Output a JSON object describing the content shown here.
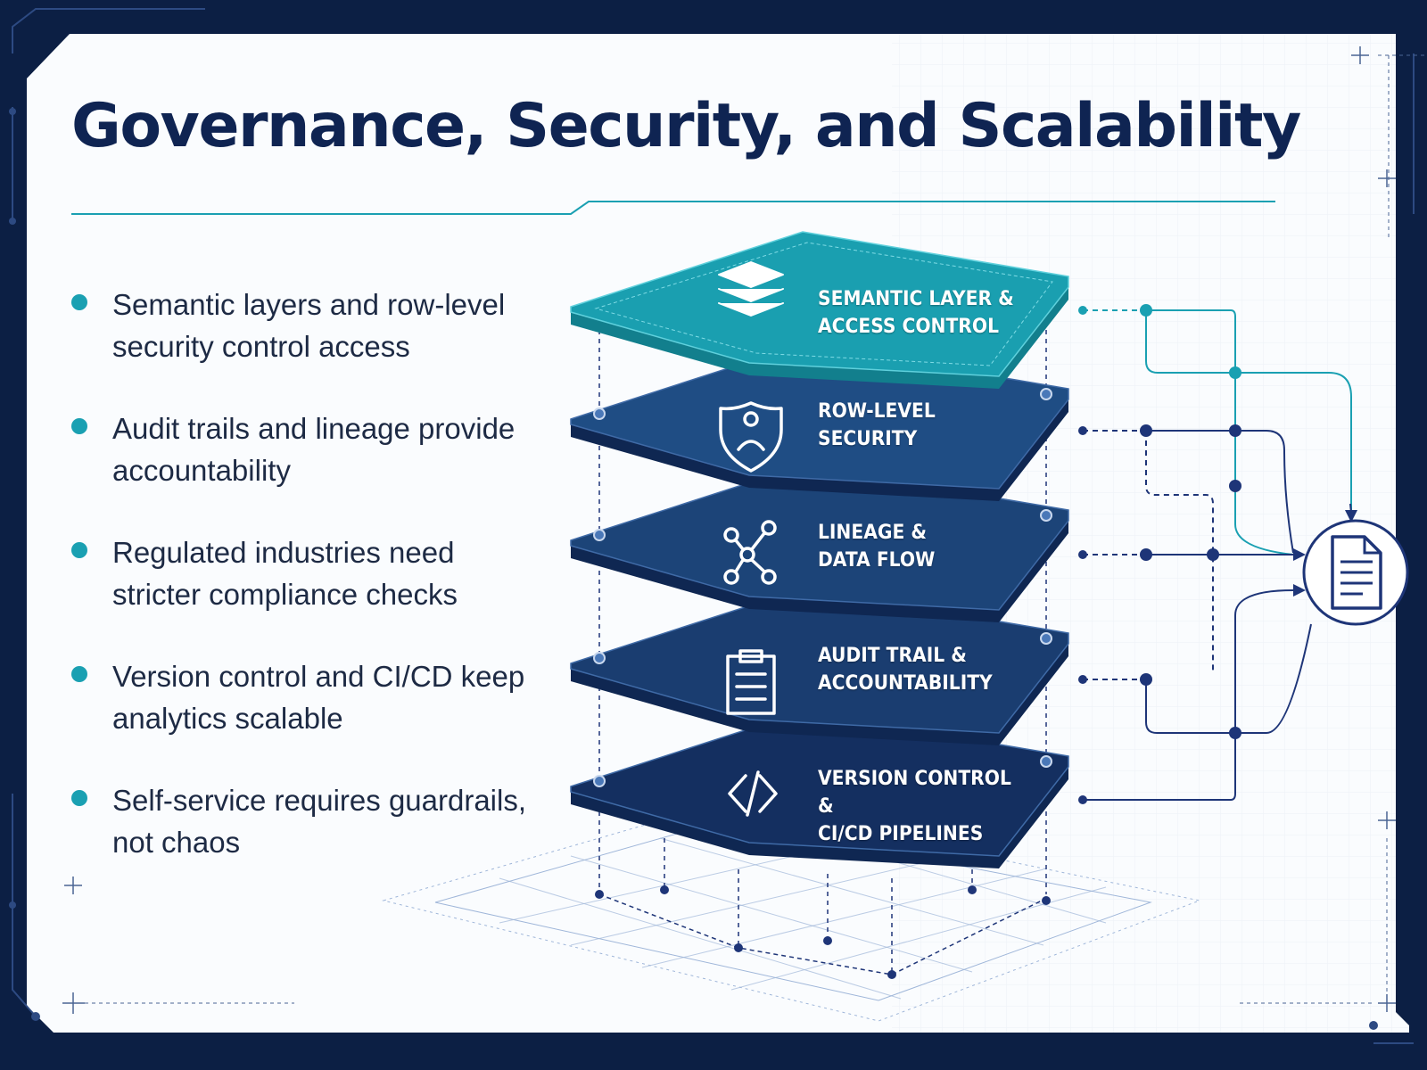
{
  "title": "Governance, Security, and Scalability",
  "bullets": [
    "Semantic layers and row-level security control access",
    "Audit trails and lineage provide accountability",
    "Regulated industries need stricter compliance checks",
    "Version control and CI/CD keep analytics scalable",
    "Self-service requires guardrails, not chaos"
  ],
  "layers": [
    {
      "label": "SEMANTIC LAYER & ACCESS CONTROL",
      "icon": "layers-icon",
      "color": "#1a9fb0"
    },
    {
      "label": "ROW-LEVEL SECURITY",
      "icon": "shield-user-icon",
      "color": "#1f4d84"
    },
    {
      "label": "LINEAGE & DATA FLOW",
      "icon": "network-nodes-icon",
      "color": "#1c4478"
    },
    {
      "label": "AUDIT TRAIL & ACCOUNTABILITY",
      "icon": "clipboard-icon",
      "color": "#1a3d70"
    },
    {
      "label": "VERSION CONTROL & CI/CD PIPELINES",
      "icon": "code-icon",
      "color": "#142f60"
    }
  ],
  "output_icon": "document-icon",
  "colors": {
    "background": "#0c1f44",
    "panel": "#fafcfe",
    "title": "#0f2452",
    "accent": "#1aa0b2",
    "connector": "#1e3578"
  }
}
